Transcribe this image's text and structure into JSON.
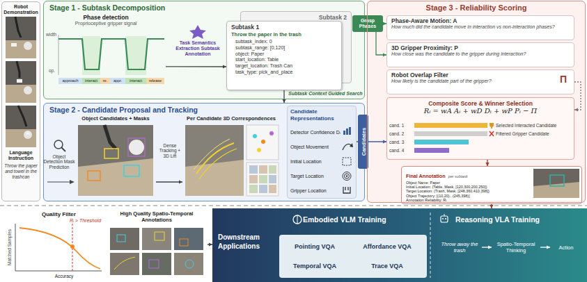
{
  "diagram": {
    "nodes": [
      {
        "text": [
          "Robot Demonstration"
        ]
      },
      {
        "text": [
          "Language Instruction",
          "Throw the paper and towel in the trashcan"
        ],
        "in": 0
      },
      {
        "text": [
          "Stage 1 - Subtask Decomposition"
        ]
      },
      {
        "text": [
          "Phase detection",
          "Proprioceptive gripper signal"
        ],
        "in": 2
      },
      {
        "text": [
          "Subtask 2"
        ],
        "in": 2
      },
      {
        "text": [
          "Subtask 1",
          "Throw the paper in the trash",
          "subtask_index: 0",
          "subtask_range: [0,120]",
          "object: Paper",
          "start_location: Table",
          "target_location: Trash Can",
          "task_type: pick_and_place"
        ],
        "in": 2
      },
      {
        "text": [
          "Grasp Phases"
        ]
      },
      {
        "text": [
          "Stage 2 - Candidate Proposal and Tracking"
        ]
      },
      {
        "text": [
          "Object Candidates + Masks"
        ],
        "in": 7
      },
      {
        "text": [
          "Per Candidate 3D Correspondences"
        ],
        "in": 7
      },
      {
        "text": [
          "Candidate Representations",
          "Detector Confidence Dᵢ",
          "Object Movement",
          "Initial Location",
          "Target Location",
          "Gripper Location"
        ],
        "in": 7
      },
      {
        "text": [
          "Candidates"
        ]
      },
      {
        "text": [
          "Stage 3 - Reliability Scoring"
        ]
      },
      {
        "text": [
          "Phase-Aware Motion: A",
          "How much did the candidate move in interaction vs non-interaction phases?"
        ],
        "in": 12
      },
      {
        "text": [
          "3D Gripper Proximity: P",
          "How close was the candidate to the gripper during interaction?"
        ],
        "in": 12
      },
      {
        "text": [
          "Robot Overlap Filter",
          "How likely is the candidate part of the gripper?",
          "Π"
        ],
        "in": 12
      },
      {
        "text": [
          "Composite Score & Winner Selection",
          "Rᵢ = wA Aᵢ + wD Dᵢ + wP Pᵢ − Π"
        ],
        "in": 12
      },
      {
        "text": [
          "Final Annotation",
          "per subtask",
          "Object Name: Paper",
          "Initial Location: (Table, Mask, [120,300,200,250])",
          "Target Location: (Trash, Mask, [248,360,410,398])",
          "Object Trajectory: [(10,20)...(245,398)]",
          "Annotation Reliability: Rᵢ"
        ],
        "in": 12
      },
      {
        "text": [
          "Quality Filter",
          "Rᵢ > Threshold"
        ]
      },
      {
        "text": [
          "High Quality Spatio-Temporal Annotations"
        ]
      },
      {
        "text": [
          "Downstream Applications"
        ]
      },
      {
        "text": [
          "Embodied VLM Training"
        ],
        "in": 20
      },
      {
        "text": [
          "Pointing VQA"
        ],
        "in": 21
      },
      {
        "text": [
          "Affordance VQA"
        ],
        "in": 21
      },
      {
        "text": [
          "Temporal VQA"
        ],
        "in": 21
      },
      {
        "text": [
          "Trace VQA"
        ],
        "in": 21
      },
      {
        "text": [
          "Reasoning VLA Training"
        ],
        "in": 20
      },
      {
        "text": [
          "Throw away the trash"
        ],
        "in": 26
      },
      {
        "text": [
          "Spatio-Temporal Thinking"
        ],
        "in": 26
      },
      {
        "text": [
          "Action"
        ],
        "in": 26
      }
    ],
    "edges": [
      {
        "from": 3,
        "to": 5,
        "arrow": "to"
      },
      {
        "from": 5,
        "to": 7,
        "arrow": "to"
      },
      {
        "from": 6,
        "to": 13,
        "arrow": "to"
      },
      {
        "from": 6,
        "to": 14,
        "arrow": "to"
      },
      {
        "from": 8,
        "to": 9,
        "arrow": "to"
      },
      {
        "from": 10,
        "to": 11,
        "arrow": "none"
      },
      {
        "from": 11,
        "to": 16,
        "arrow": "to"
      },
      {
        "from": 15,
        "to": 16,
        "arrow": "to"
      },
      {
        "from": 16,
        "to": 17,
        "arrow": "to"
      },
      {
        "from": 17,
        "to": 20,
        "arrow": "to"
      },
      {
        "from": 19,
        "to": 20,
        "arrow": "to"
      },
      {
        "from": 27,
        "to": 28,
        "arrow": "to"
      },
      {
        "from": 28,
        "to": 29,
        "arrow": "to"
      }
    ],
    "labels": [
      "width",
      "op.",
      "approach",
      "interact",
      "re.",
      "appr.",
      "interact",
      "release",
      "Task Semantics Extraction Subtask Annotation",
      "Subtask Context Guided Search",
      "Object Detection Mask Prediction",
      "Dense Tracking + 3D Lift",
      "cand. 1",
      "cand. 2",
      "cand. 3",
      "cand. 4",
      "Selected Interacted Candidate",
      "Filtered Gripper Candidate",
      "Matched Samples",
      "Accuracy"
    ]
  }
}
